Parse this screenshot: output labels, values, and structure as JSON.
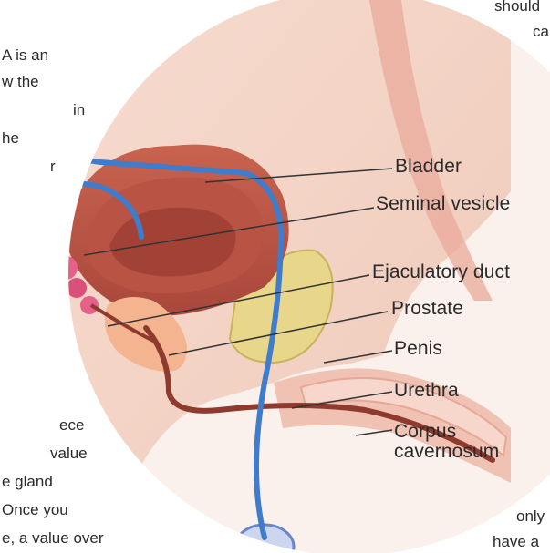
{
  "colors": {
    "background": "#ffffff",
    "label_text": "#2a2a2a",
    "body_text": "#2b2b2b",
    "leader_line": "#333333",
    "vein_blue": "#3f7ccc",
    "nerve_yellow": "#e2b13a",
    "bladder_red": "#a9473c",
    "tissue_pink": "#f2cdbf"
  },
  "background_text": {
    "left": [
      "A  is  an",
      "w the",
      "in",
      "he",
      "r",
      "ece",
      "value",
      "e  gland",
      "Once  you",
      "e, a value over"
    ],
    "right": [
      "should",
      "ca",
      "only",
      "have  a"
    ]
  },
  "illustration": {
    "labels": [
      "Bladder",
      "Seminal vesicle",
      "Ejaculatory duct",
      "Prostate",
      "Penis",
      "Urethra",
      "Corpus",
      "cavernosum"
    ]
  }
}
